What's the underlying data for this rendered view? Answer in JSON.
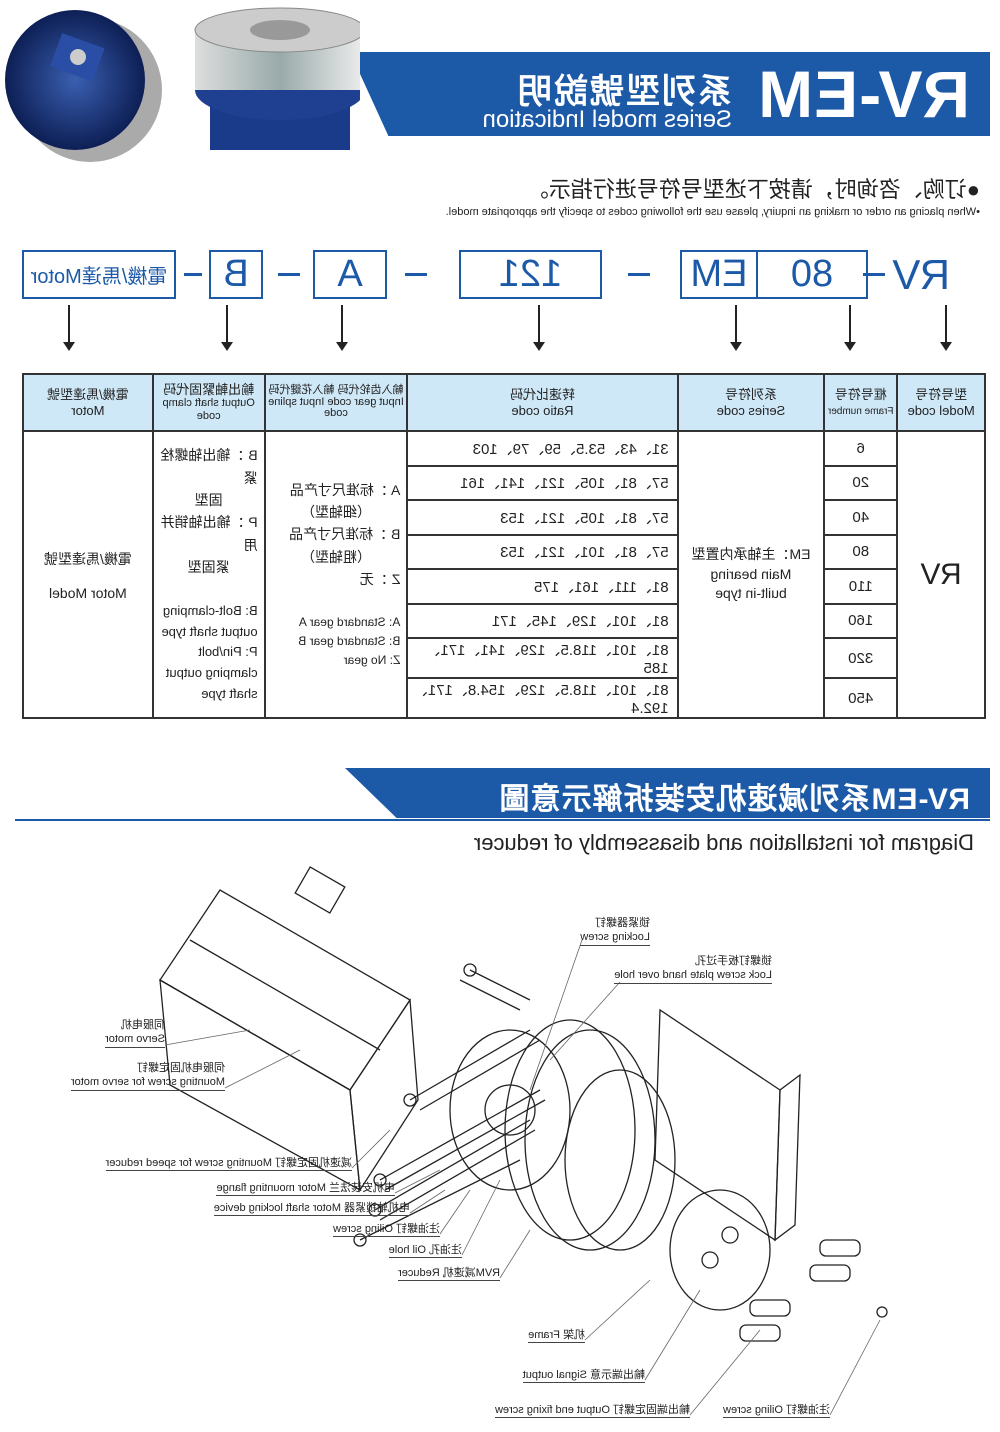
{
  "header": {
    "model": "RV-EM",
    "title_cn": "系列型號說明",
    "title_en": "Series model Indication"
  },
  "intro": {
    "cn": "●订购、咨询时，请按下述型号符号进行指示。",
    "en": "•When placing an order or making an inquiry, please use the following codes to specify the appropriate model."
  },
  "code": {
    "model": "RV",
    "frame": "80",
    "series": "EM",
    "ratio": "121",
    "input": "A",
    "output": "B",
    "motor": "電機/馬達Motor"
  },
  "table": {
    "headers": [
      {
        "cn": "型号符号",
        "en": "Model code"
      },
      {
        "cn": "框号符号",
        "en": "Frame number"
      },
      {
        "cn": "系列符号",
        "en": "Series code"
      },
      {
        "cn": "转速比代码",
        "en": "Ratio code"
      },
      {
        "cn": "輸入齿轮代码 輸入花鍵代码",
        "en": "Input gear code Input spline code"
      },
      {
        "cn": "輸出軸緊固代码",
        "en": "Output shaft clamp code"
      },
      {
        "cn": "電機/馬達型號",
        "en": "Motor"
      }
    ],
    "model": "RV",
    "rows": [
      {
        "frame": "6",
        "ratio": "31、43、53.5、59、79、103"
      },
      {
        "frame": "20",
        "ratio": "57、81、105、121、141、161"
      },
      {
        "frame": "40",
        "ratio": "57、81、105、121、153"
      },
      {
        "frame": "80",
        "ratio": "57、81、101、121、153"
      },
      {
        "frame": "110",
        "ratio": "81、111、161、175"
      },
      {
        "frame": "160",
        "ratio": "81、101、129、145、171"
      },
      {
        "frame": "320",
        "ratio": "81、101、118.5、129、141、171、185"
      },
      {
        "frame": "450",
        "ratio": "81、101、118.5、129、154.8、171、192.4"
      }
    ],
    "series": {
      "cn": "EM：主轴承内置型",
      "en1": "Main bearing",
      "en2": "built-in type"
    },
    "input": {
      "a_cn": "A ：标准尺寸产品",
      "a_cn2": "（细轴型）",
      "b_cn": "B ：标准尺寸产品",
      "b_cn2": "（粗轴型）",
      "z_cn": "Z ：无",
      "a_en": "A: Standard gear A",
      "b_en": "B: Standard gear B",
      "z_en": "Z: No gear"
    },
    "output": {
      "b_cn": "B ：输出轴螺栓紧",
      "b_cn2": "固型",
      "p_cn": "P ：输出轴销并用",
      "p_cn2": "紧固型",
      "b_en": "B: Bolt-clamping",
      "b_en2": "output shaft type",
      "p_en": "P: Pin/bolt",
      "p_en2": "clamping output",
      "p_en3": "shaft type"
    },
    "motor": {
      "cn": "電機/馬達型號",
      "en": "Motor Model"
    }
  },
  "section2": {
    "title_cn": "RV-EM系列减速机安装拆解示意圖",
    "title_en": "Diagram for installation and disassembly of reducer"
  },
  "labels": {
    "locking_screw": {
      "cn": "锁紧器螺钉",
      "en": "Locking screw"
    },
    "plate_hole": {
      "cn": "锁螺钉板手过孔",
      "en": "Lock screw plate hand over hole"
    },
    "servo": {
      "cn": "伺服电机",
      "en": "Servo motor"
    },
    "servo_screw": {
      "cn": "伺服电机固定螺钉",
      "en": "Mounting screw for servo motor"
    },
    "reducer_screw": "减速机固定螺钉 Mounting screw for speed reducer",
    "flange": "电机安装法兰 Motor mounting flange",
    "shaft_lock": "电机轴锁紧器 Motor shaft locking device",
    "oiling1": "注油螺钉 Oiling screw",
    "oil_hole": "注油孔 Oil hole",
    "reducer": "RVM减速机 Reducer",
    "frame": "机架 Frame",
    "signal": "輸出端示意 Signal output",
    "output_screw": "輸出端固定螺钉 Output end fixing screw",
    "oiling2": "注油螺钉 Oiling screw"
  }
}
